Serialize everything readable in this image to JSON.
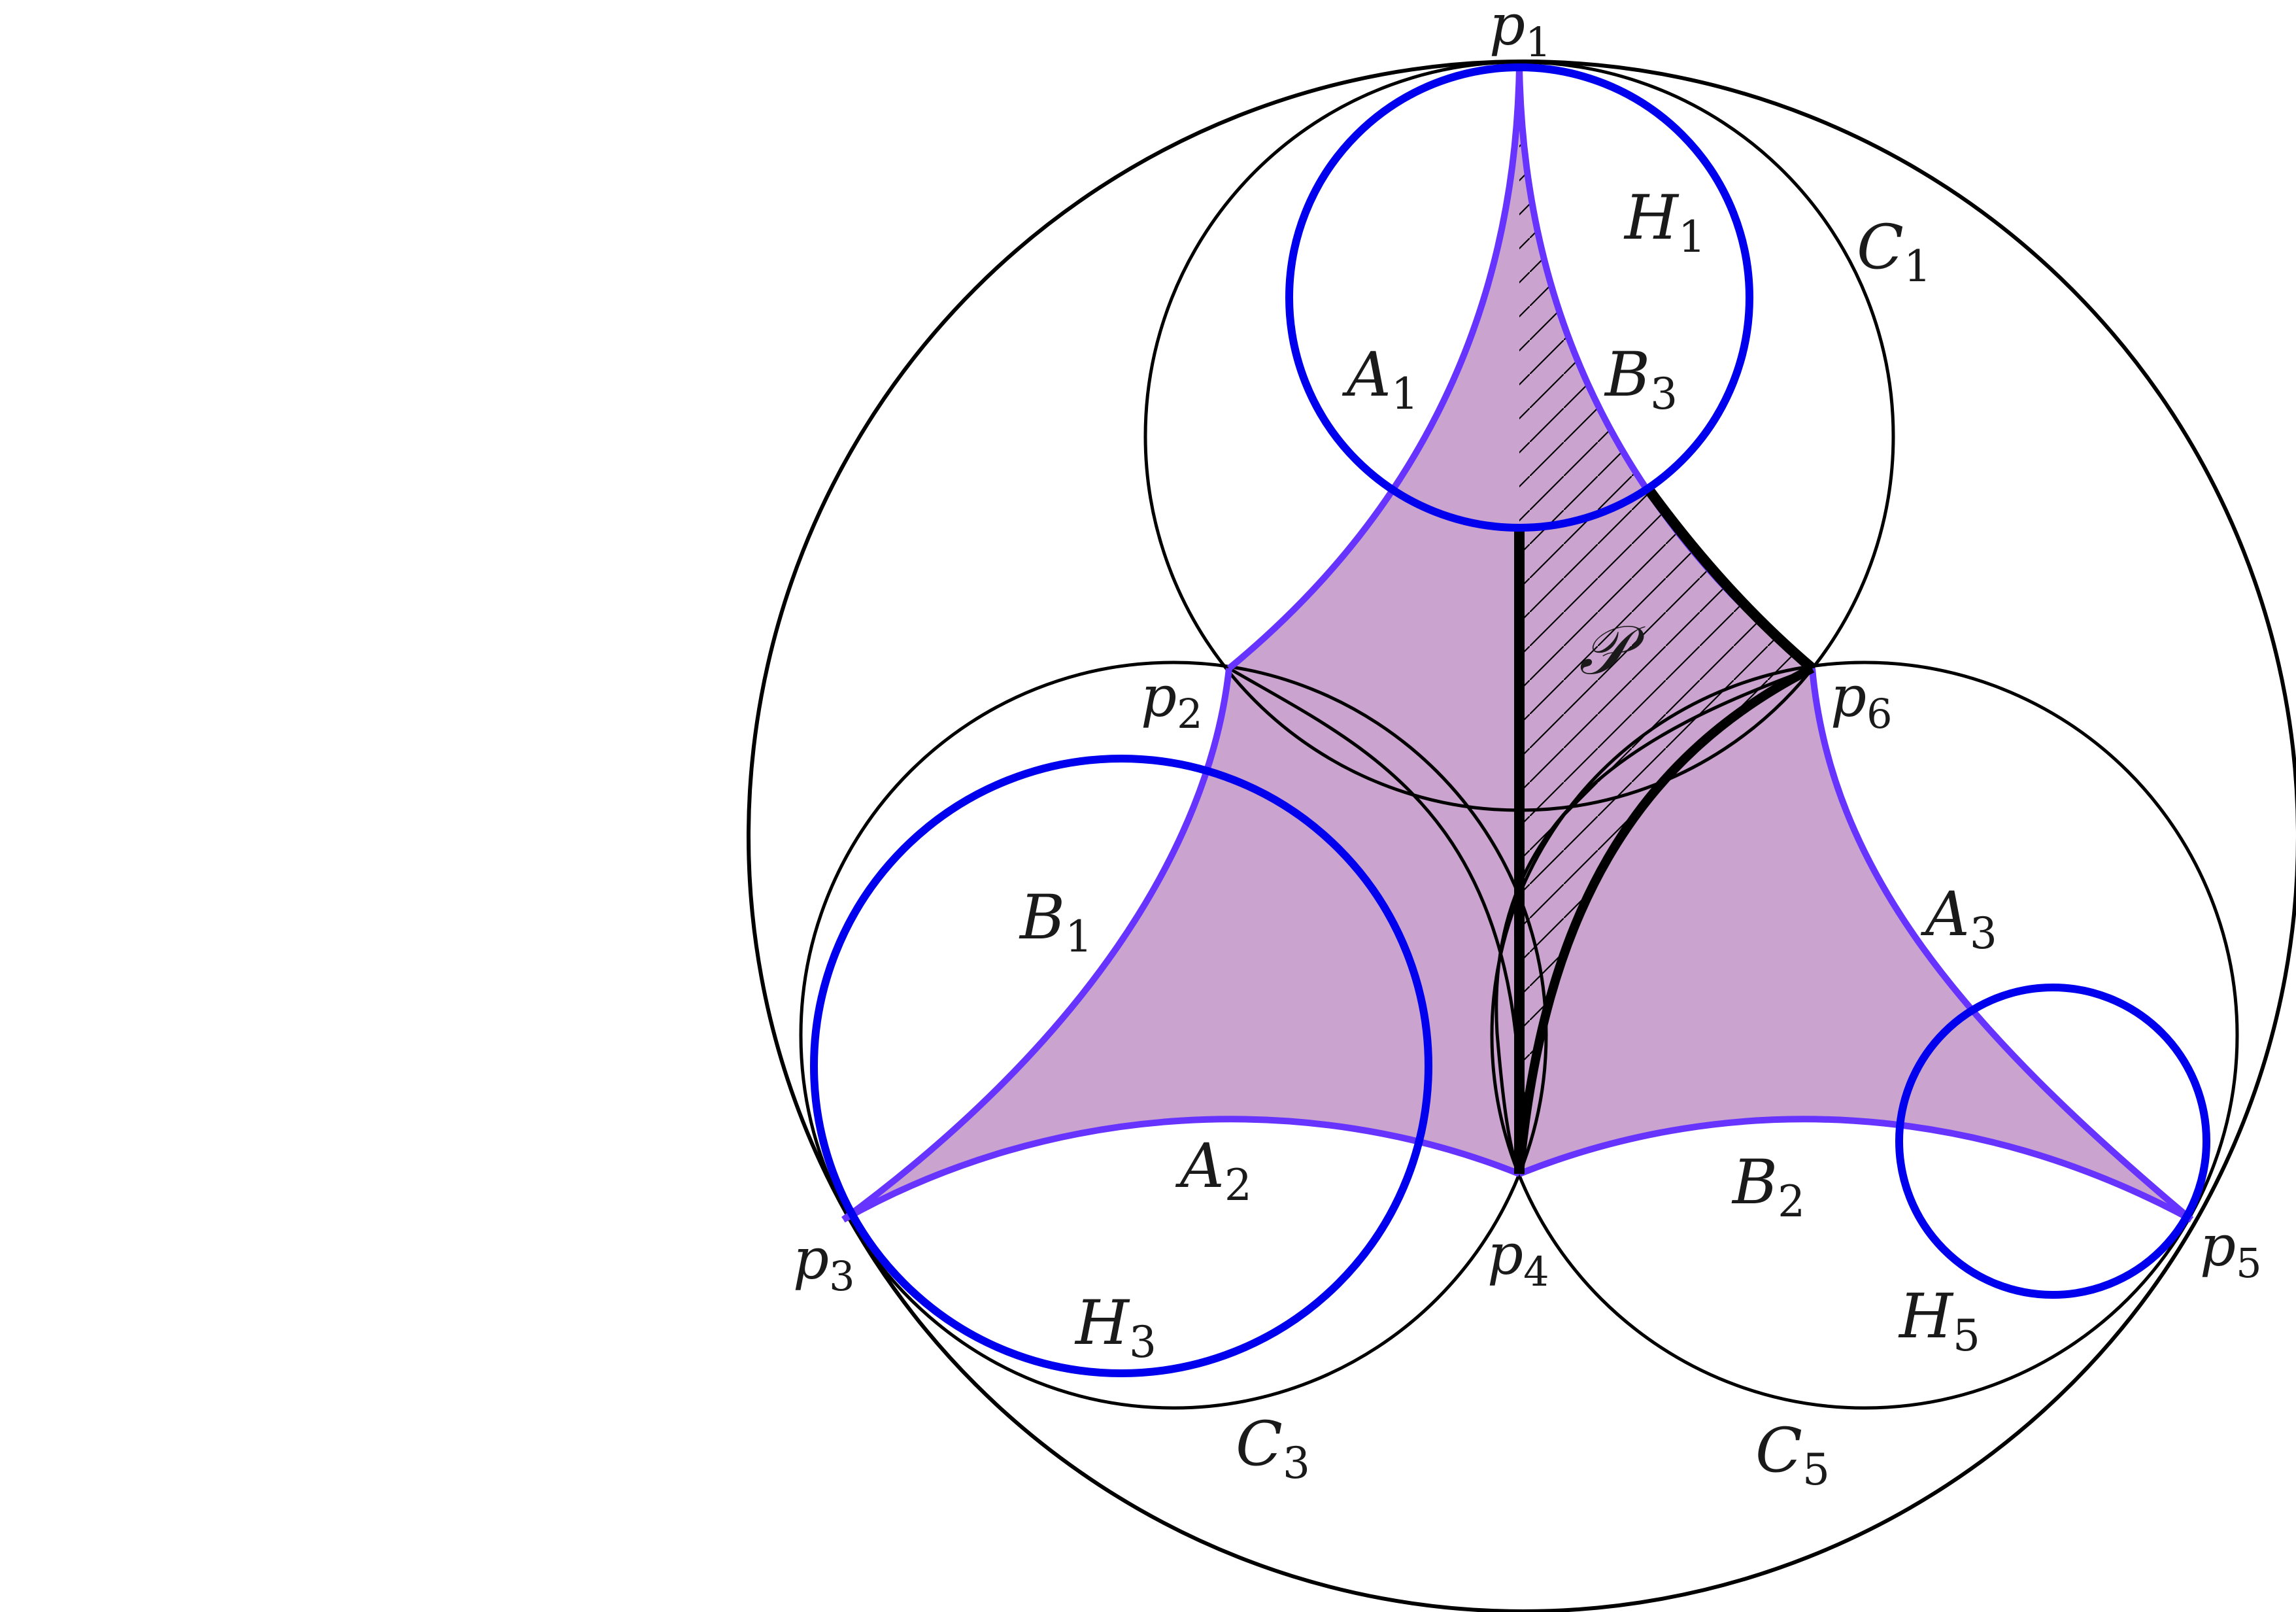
{
  "colors": {
    "outline": "#000000",
    "horocycle": "#0000ee",
    "region_fill": "#cba3cf",
    "region_edge": "#6633ff"
  },
  "labels": {
    "p1": {
      "base": "p",
      "sub": "1"
    },
    "p2": {
      "base": "p",
      "sub": "2"
    },
    "p3": {
      "base": "p",
      "sub": "3"
    },
    "p4": {
      "base": "p",
      "sub": "4"
    },
    "p5": {
      "base": "p",
      "sub": "5"
    },
    "p6": {
      "base": "p",
      "sub": "6"
    },
    "H1": {
      "base": "H",
      "sub": "1"
    },
    "H3": {
      "base": "H",
      "sub": "3"
    },
    "H5": {
      "base": "H",
      "sub": "5"
    },
    "C1": {
      "base": "C",
      "sub": "1"
    },
    "C3": {
      "base": "C",
      "sub": "3"
    },
    "C5": {
      "base": "C",
      "sub": "5"
    },
    "A1": {
      "base": "A",
      "sub": "1"
    },
    "A2": {
      "base": "A",
      "sub": "2"
    },
    "A3": {
      "base": "A",
      "sub": "3"
    },
    "B1": {
      "base": "B",
      "sub": "1"
    },
    "B2": {
      "base": "B",
      "sub": "2"
    },
    "B3": {
      "base": "B",
      "sub": "3"
    },
    "P": {
      "base": "𝒫",
      "sub": ""
    }
  }
}
